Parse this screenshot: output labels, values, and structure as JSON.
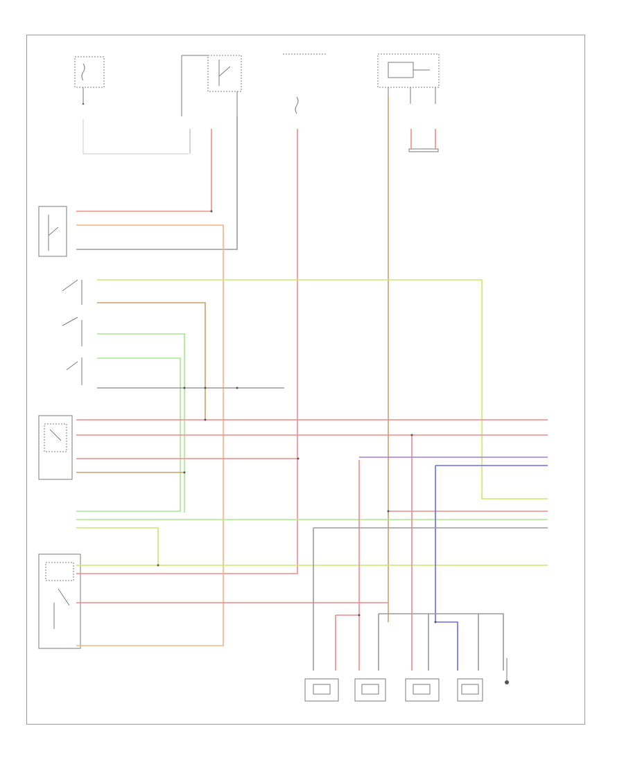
{
  "figure_code": "",
  "colors": {
    "pink": "#f08a8a",
    "yellow_green": "#c9e86a",
    "light_green": "#a9e88e",
    "brown": "#c9a06a",
    "tan": "#e8c48e",
    "orange": "#f2b48e",
    "violet": "#a07ad8",
    "blue": "#6a6ae8",
    "gray": "#9a9a9a",
    "light_gray": "#c8c8c8"
  },
  "components": [
    {
      "id": "fuse-block-1",
      "icon": "fuse-icon"
    },
    {
      "id": "fuse-relay-2",
      "icon": "relay-icon"
    },
    {
      "id": "fuse-3",
      "icon": "fuse-icon"
    },
    {
      "id": "relay-4",
      "icon": "relay-icon"
    },
    {
      "id": "switch-left-top",
      "icon": "switch-icon"
    },
    {
      "id": "switch-mid-1",
      "icon": "switch-icon"
    },
    {
      "id": "switch-mid-2",
      "icon": "switch-icon"
    },
    {
      "id": "switch-left-3",
      "icon": "switch-icon"
    },
    {
      "id": "module-left-mid",
      "icon": "module-icon"
    },
    {
      "id": "module-left-bottom",
      "icon": "module-icon"
    },
    {
      "id": "lamp-1",
      "icon": "lamp-icon"
    },
    {
      "id": "lamp-2",
      "icon": "lamp-icon"
    },
    {
      "id": "lamp-3",
      "icon": "lamp-icon"
    },
    {
      "id": "lamp-4",
      "icon": "lamp-icon"
    },
    {
      "id": "ground",
      "icon": "ground-icon"
    }
  ]
}
